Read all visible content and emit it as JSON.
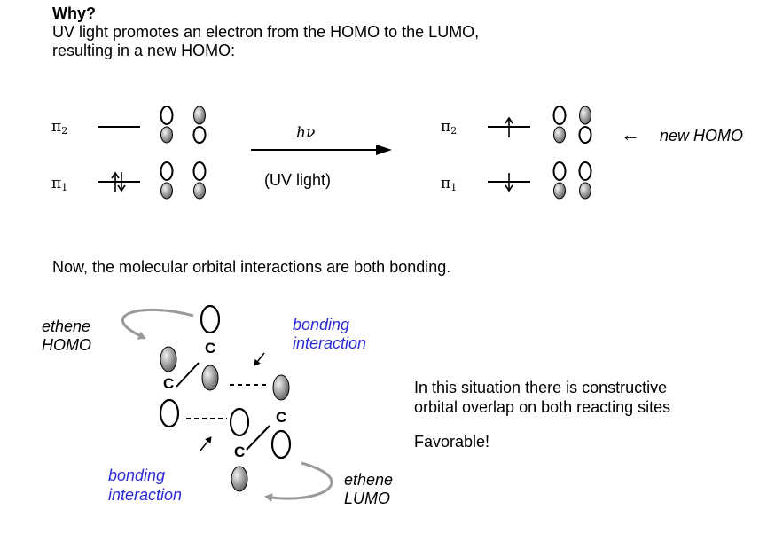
{
  "heading": "Why?",
  "intro_line1": "UV light promotes an electron from the HOMO to the LUMO,",
  "intro_line2": "resulting in a new HOMO:",
  "mo_left": {
    "pi2_symbol": "π",
    "pi2_sub": "2",
    "pi1_symbol": "π",
    "pi1_sub": "1"
  },
  "reaction": {
    "hv_label": "hν",
    "uv_label": "(UV light)"
  },
  "mo_right": {
    "pi2_symbol": "π",
    "pi2_sub": "2",
    "pi1_symbol": "π",
    "pi1_sub": "1",
    "new_homo_arrow": "←",
    "new_homo_label": "new HOMO"
  },
  "statement": "Now, the molecular orbital interactions are both bonding.",
  "bottom_diagram": {
    "ethene_homo_line1": "ethene",
    "ethene_homo_line2": "HOMO",
    "bonding_top_line1": "bonding",
    "bonding_top_line2": "interaction",
    "bonding_bottom_line1": "bonding",
    "bonding_bottom_line2": "interaction",
    "ethene_lumo_line1": "ethene",
    "ethene_lumo_line2": "LUMO",
    "carbon_label": "C",
    "colors": {
      "blue_text": "#2b2bd6",
      "grey_arrow": "#9a9a9a",
      "shaded_lobe": "#8a8a8a"
    }
  },
  "explanation_line1": "In this situation there is constructive",
  "explanation_line2": "orbital overlap on both reacting sites",
  "verdict": "Favorable!"
}
